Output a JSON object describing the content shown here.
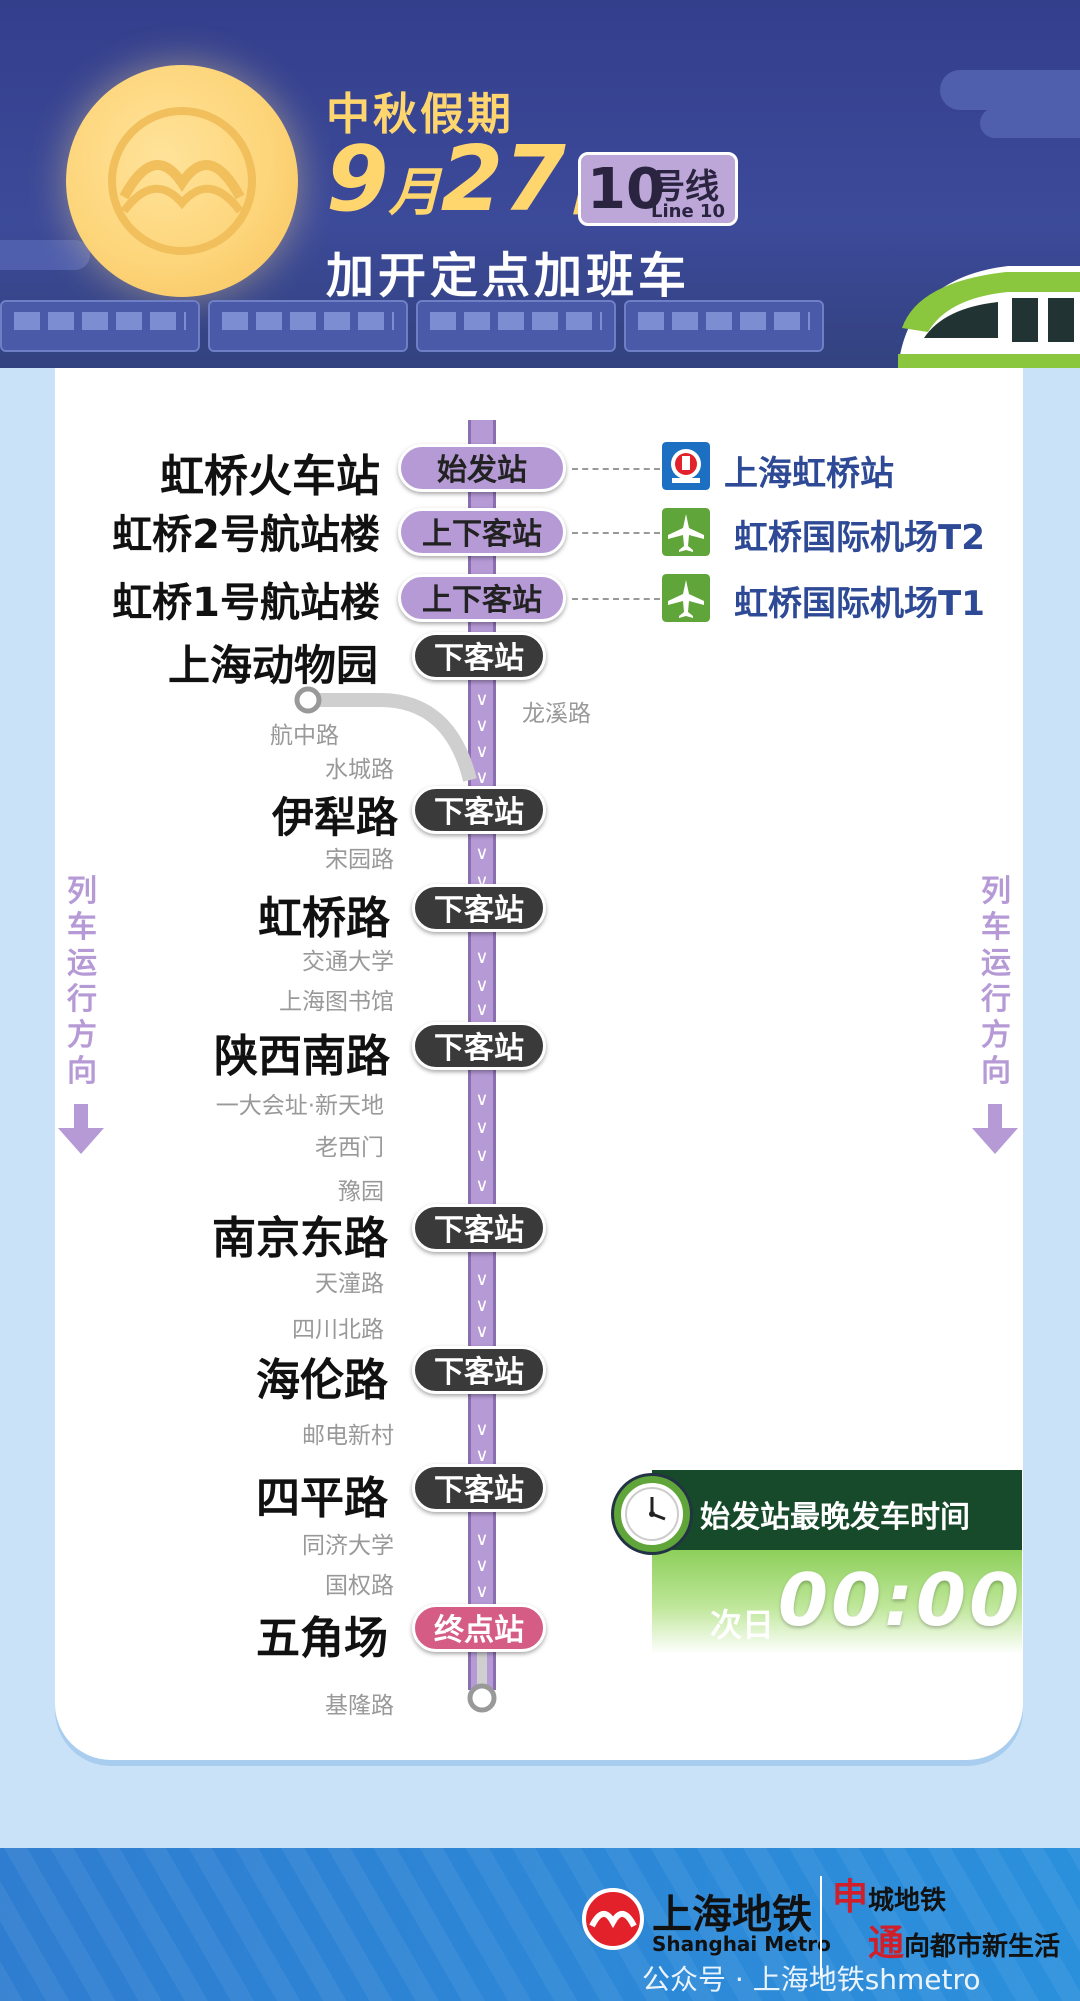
{
  "header": {
    "holiday": "中秋假期",
    "date_month": "9",
    "date_month_unit": "月",
    "date_day": "27",
    "date_day_unit": "日",
    "line_number": "10",
    "line_cn": "号线",
    "line_en": "Line 10",
    "subtitle": "加开定点加班车"
  },
  "stations": [
    {
      "name": "虹桥火车站",
      "tag": "始发站"
    },
    {
      "name": "虹桥2号航站楼",
      "tag": "上下客站"
    },
    {
      "name": "虹桥1号航站楼",
      "tag": "上下客站"
    },
    {
      "name": "上海动物园",
      "tag": "下客站"
    },
    {
      "name": "伊犁路",
      "tag": "下客站"
    },
    {
      "name": "虹桥路",
      "tag": "下客站"
    },
    {
      "name": "陕西南路",
      "tag": "下客站"
    },
    {
      "name": "南京东路",
      "tag": "下客站"
    },
    {
      "name": "海伦路",
      "tag": "下客站"
    },
    {
      "name": "四平路",
      "tag": "下客站"
    },
    {
      "name": "五角场",
      "tag": "终点站"
    }
  ],
  "branch": {
    "start": "航中路",
    "junction": "龙溪路"
  },
  "minor_stations": [
    "水城路",
    "宋园路",
    "交通大学",
    "上海图书馆",
    "一大会址·新天地",
    "老西门",
    "豫园",
    "天潼路",
    "四川北路",
    "邮电新村",
    "同济大学",
    "国权路",
    "基隆路"
  ],
  "connections": [
    {
      "label": "上海虹桥站",
      "icon": "railway-icon"
    },
    {
      "label": "虹桥国际机场T2",
      "icon": "airplane-icon"
    },
    {
      "label": "虹桥国际机场T1",
      "icon": "airplane-icon"
    }
  ],
  "direction_label": "列车运行方向",
  "last_train": {
    "title": "始发站最晚发车时间",
    "prefix": "次日",
    "time": "00:00"
  },
  "footer": {
    "brand_cn": "上海地铁",
    "brand_en": "Shanghai Metro",
    "slogan1_hi": "申",
    "slogan1": "城地铁",
    "slogan2_hi": "通",
    "slogan2": "向都市新生活",
    "wechat": "公众号 · 上海地铁shmetro"
  },
  "colors": {
    "line10": "#b69ad6",
    "header_bg": "#343f8c",
    "accent_yellow": "#ffd66e",
    "terminal": "#d55c84"
  }
}
